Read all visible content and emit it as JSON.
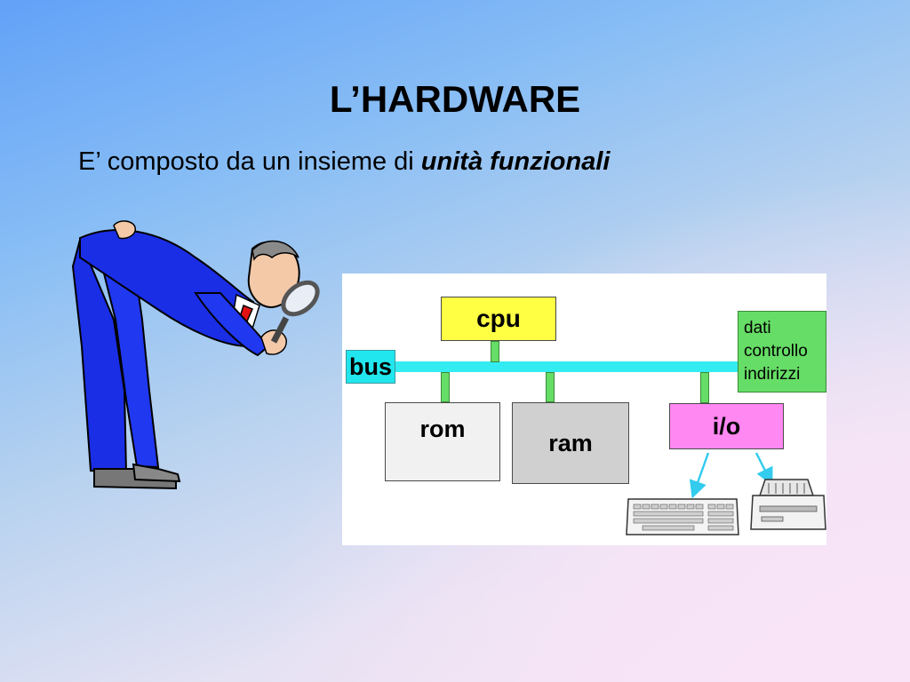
{
  "slide": {
    "title": "L’HARDWARE",
    "subtitle_text": "E’ composto da un insieme di ",
    "subtitle_emphasis": "unità funzionali"
  },
  "diagram": {
    "cpu": "cpu",
    "bus": "bus",
    "rom": "rom",
    "ram": "ram",
    "io": "i/o",
    "bus_lines": [
      "dati",
      "controllo",
      "indirizzi"
    ]
  },
  "colors": {
    "cpu": "#ffff44",
    "bus": "#22e6ee",
    "rom": "#f1f1f1",
    "ram": "#d0d0d0",
    "io": "#ff88f2",
    "bus_lines": "#66dd66",
    "figure_suit": "#1a2ee6"
  },
  "icons": [
    "inspector-clipart",
    "magnifying-glass-icon",
    "keyboard-icon",
    "printer-icon"
  ]
}
